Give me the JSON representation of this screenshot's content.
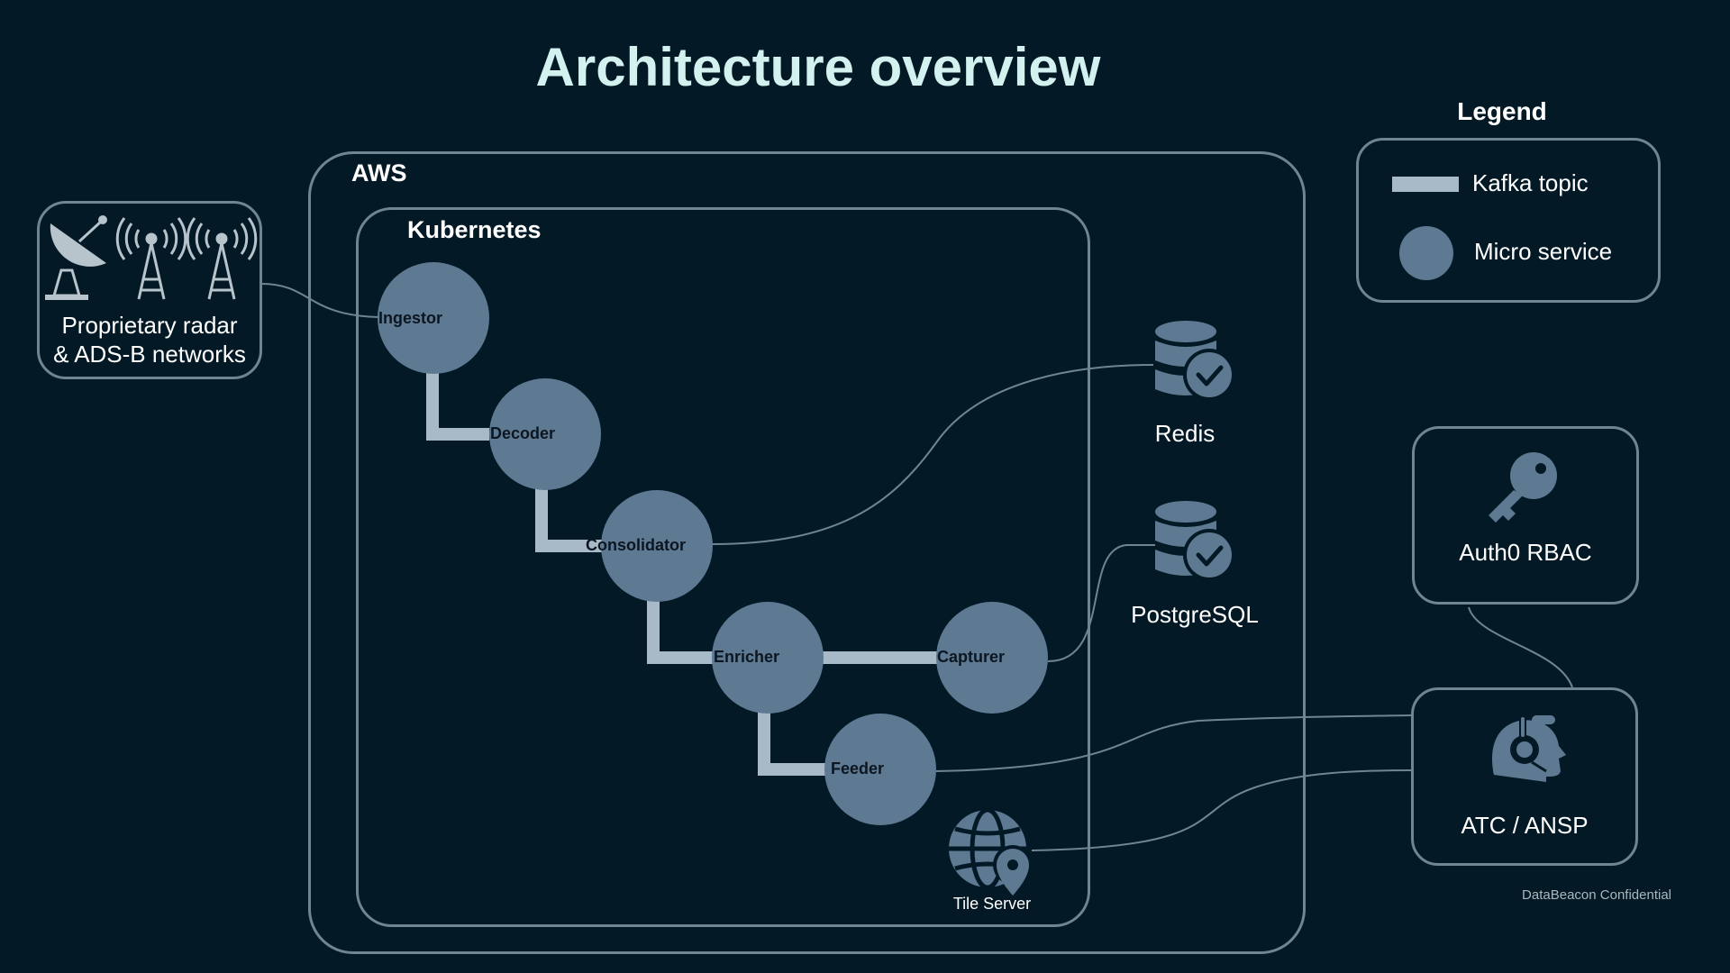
{
  "title": "Architecture overview",
  "containers": {
    "aws": "AWS",
    "kubernetes": "Kubernetes"
  },
  "legend": {
    "title": "Legend",
    "kafka_topic": "Kafka topic",
    "micro_service": "Micro service"
  },
  "source": {
    "line1": "Proprietary radar",
    "line2": "& ADS-B networks"
  },
  "services": {
    "ingestor": "Ingestor",
    "decoder": "Decoder",
    "consolidator": "Consolidator",
    "enricher": "Enricher",
    "capturer": "Capturer",
    "feeder": "Feeder"
  },
  "stores": {
    "redis": "Redis",
    "postgres": "PostgreSQL"
  },
  "tile_server": "Tile Server",
  "auth": "Auth0 RBAC",
  "atc": "ATC / ANSP",
  "footer": "DataBeacon Confidential",
  "colors": {
    "background": "#031a26",
    "service": "#5e7a93",
    "kafka_topic": "#a8b9c8",
    "border": "#6f8591",
    "title": "#d2f1ef"
  },
  "icons": [
    "radar-dish-icon",
    "radio-tower-icon",
    "database-check-icon",
    "globe-pin-icon",
    "key-icon",
    "atc-operator-icon"
  ]
}
